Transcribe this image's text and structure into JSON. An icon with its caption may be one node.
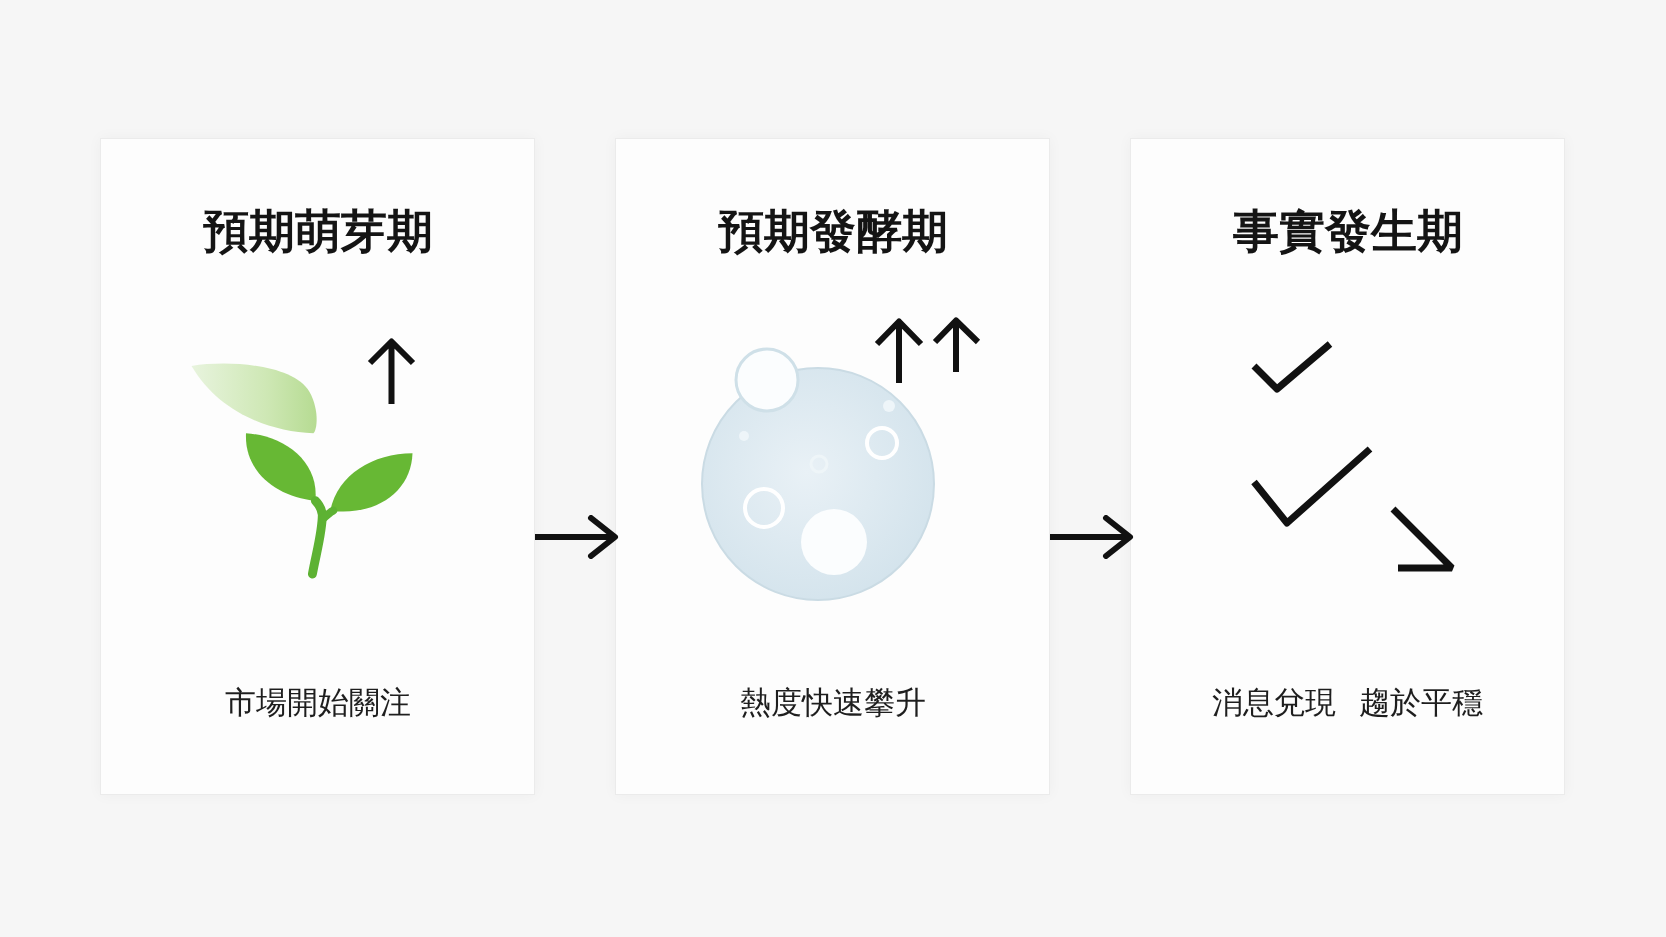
{
  "diagram": {
    "nodes": [
      {
        "text": [
          "預期萌芽期",
          "市場開始關注"
        ]
      },
      {
        "text": [
          "預期發酵期",
          "熱度快速攀升"
        ]
      },
      {
        "text": [
          "事實發生期",
          "消息兌現 趨於平穩"
        ]
      }
    ],
    "edges": [
      {
        "from": 0,
        "to": 1,
        "arrow": "to"
      },
      {
        "from": 1,
        "to": 2,
        "arrow": "to"
      }
    ]
  }
}
